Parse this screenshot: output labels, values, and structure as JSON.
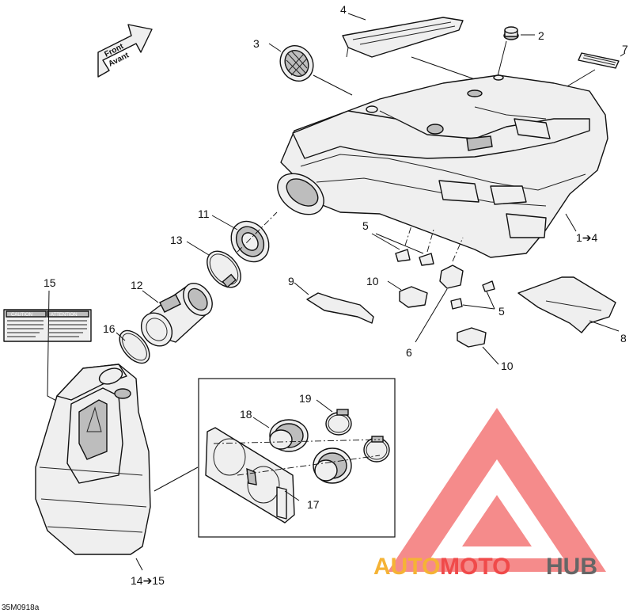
{
  "front_arrow": {
    "line1": "Front",
    "line2": "Avant"
  },
  "callouts": {
    "c1": "1➔4",
    "c2": "2",
    "c3": "3",
    "c4": "4",
    "c5a": "5",
    "c5b": "5",
    "c6": "6",
    "c7": "7",
    "c8": "8",
    "c9": "9",
    "c10a": "10",
    "c10b": "10",
    "c11": "11",
    "c12": "12",
    "c13": "13",
    "c14": "14➔15",
    "c15": "15",
    "c16": "16",
    "c17": "17",
    "c18": "18",
    "c19": "19"
  },
  "label": {
    "caution": "CAUTION",
    "attention": "ATTENTION"
  },
  "drawing_code": "35M0918a",
  "watermark": {
    "part1": "AUTO",
    "part2": "MOTO",
    "part3": "HUB"
  },
  "colors": {
    "watermark_red": "#f04a4a",
    "watermark_orange": "#f5b335",
    "watermark_gray": "#666666"
  }
}
